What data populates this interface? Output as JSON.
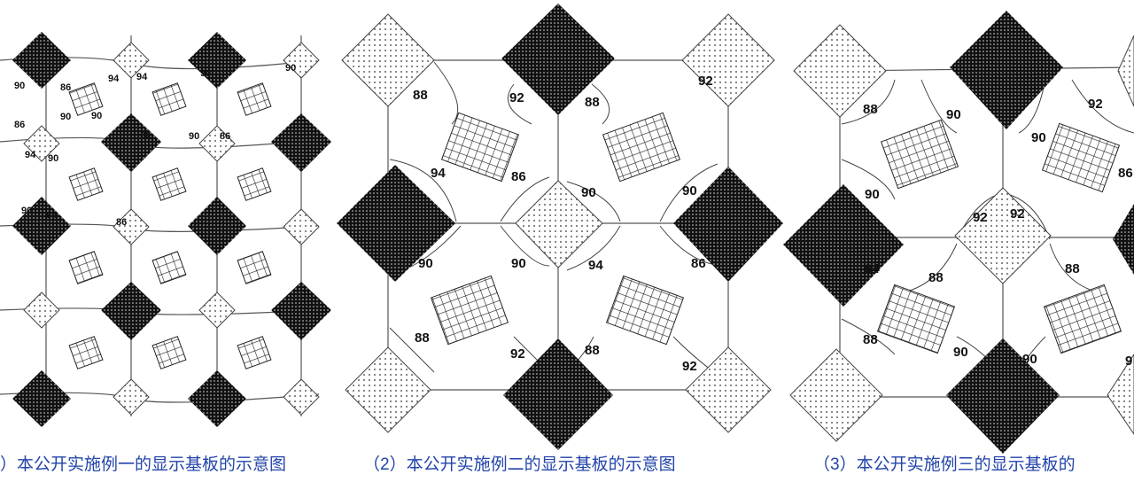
{
  "colors": {
    "caption": "#2244aa",
    "dark_pixel": "#111111",
    "line": "#555555"
  },
  "panels": [
    {
      "caption": "）本公开实施例一的显示基板的示意图",
      "angle_labels": [
        "90",
        "86",
        "94",
        "94",
        "90",
        "86",
        "90",
        "90",
        "86",
        "94",
        "90",
        "90",
        "86",
        "90",
        "94",
        "86",
        "90"
      ]
    },
    {
      "caption": "（2）本公开实施例二的显示基板的示意图",
      "angle_labels": [
        "88",
        "92",
        "88",
        "92",
        "94",
        "86",
        "90",
        "90",
        "90",
        "90",
        "94",
        "86",
        "88",
        "92",
        "88",
        "92"
      ]
    },
    {
      "caption": "（3）本公开实施例三的显示基板的",
      "angle_labels": [
        "88",
        "90",
        "90",
        "92",
        "90",
        "92",
        "92",
        "94",
        "88",
        "88",
        "88",
        "90",
        "90",
        "86",
        "9"
      ]
    }
  ]
}
